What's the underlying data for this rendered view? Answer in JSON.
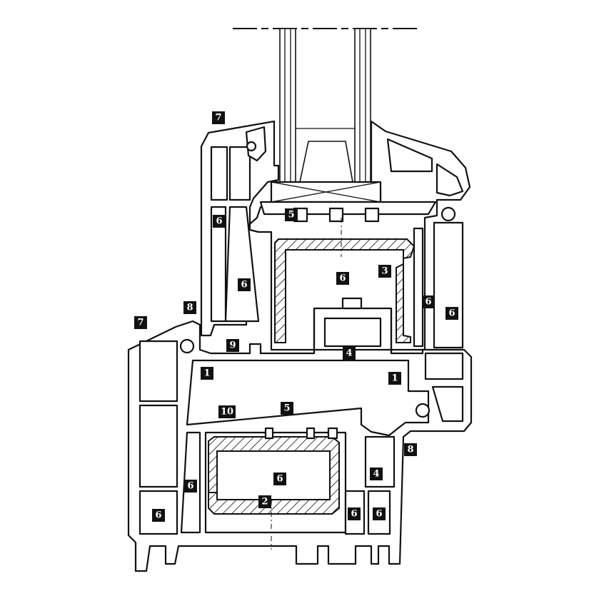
{
  "labels": [
    {
      "id": "l7a",
      "text": "7"
    },
    {
      "id": "l5a",
      "text": "5"
    },
    {
      "id": "l6a",
      "text": "6"
    },
    {
      "id": "l6b",
      "text": "6"
    },
    {
      "id": "l3",
      "text": "3"
    },
    {
      "id": "l6c",
      "text": "6"
    },
    {
      "id": "l6d",
      "text": "6"
    },
    {
      "id": "l6e",
      "text": "6"
    },
    {
      "id": "l8a",
      "text": "8"
    },
    {
      "id": "l7b",
      "text": "7"
    },
    {
      "id": "l9",
      "text": "9"
    },
    {
      "id": "l4a",
      "text": "4"
    },
    {
      "id": "l1a",
      "text": "1"
    },
    {
      "id": "l1b",
      "text": "1"
    },
    {
      "id": "l10",
      "text": "10"
    },
    {
      "id": "l5b",
      "text": "5"
    },
    {
      "id": "l8b",
      "text": "8"
    },
    {
      "id": "l4b",
      "text": "4"
    },
    {
      "id": "l6f",
      "text": "6"
    },
    {
      "id": "l2",
      "text": "2"
    },
    {
      "id": "l6g",
      "text": "6"
    },
    {
      "id": "l6h",
      "text": "6"
    },
    {
      "id": "l6i",
      "text": "6"
    }
  ]
}
